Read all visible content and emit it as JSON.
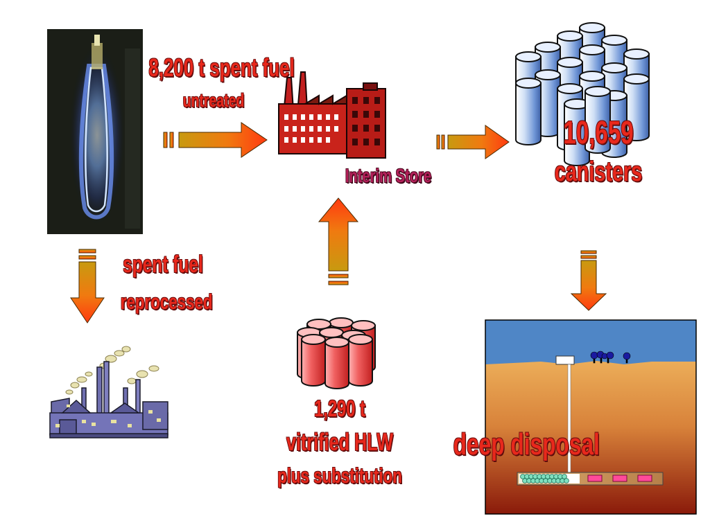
{
  "labels": {
    "spent_fuel_untreated": [
      "8,200 t spent fuel",
      "untreated"
    ],
    "interim_store": "Interim Store",
    "canisters": [
      "10,659",
      "canisters"
    ],
    "spent_fuel_reprocessed": [
      "spent fuel",
      "reprocessed"
    ],
    "vitrified_hlw": [
      "1,290 t",
      "vitrified HLW",
      "plus substitution"
    ],
    "deep_disposal": "deep disposal"
  },
  "colors": {
    "label_red": "#e8281c",
    "label_maroon": "#b3205a",
    "arrow_start": "#c89a10",
    "arrow_end": "#ff4010",
    "sky": "#4f86c6",
    "earth_top": "#f7c56a",
    "earth_bottom": "#8a1a0a"
  }
}
